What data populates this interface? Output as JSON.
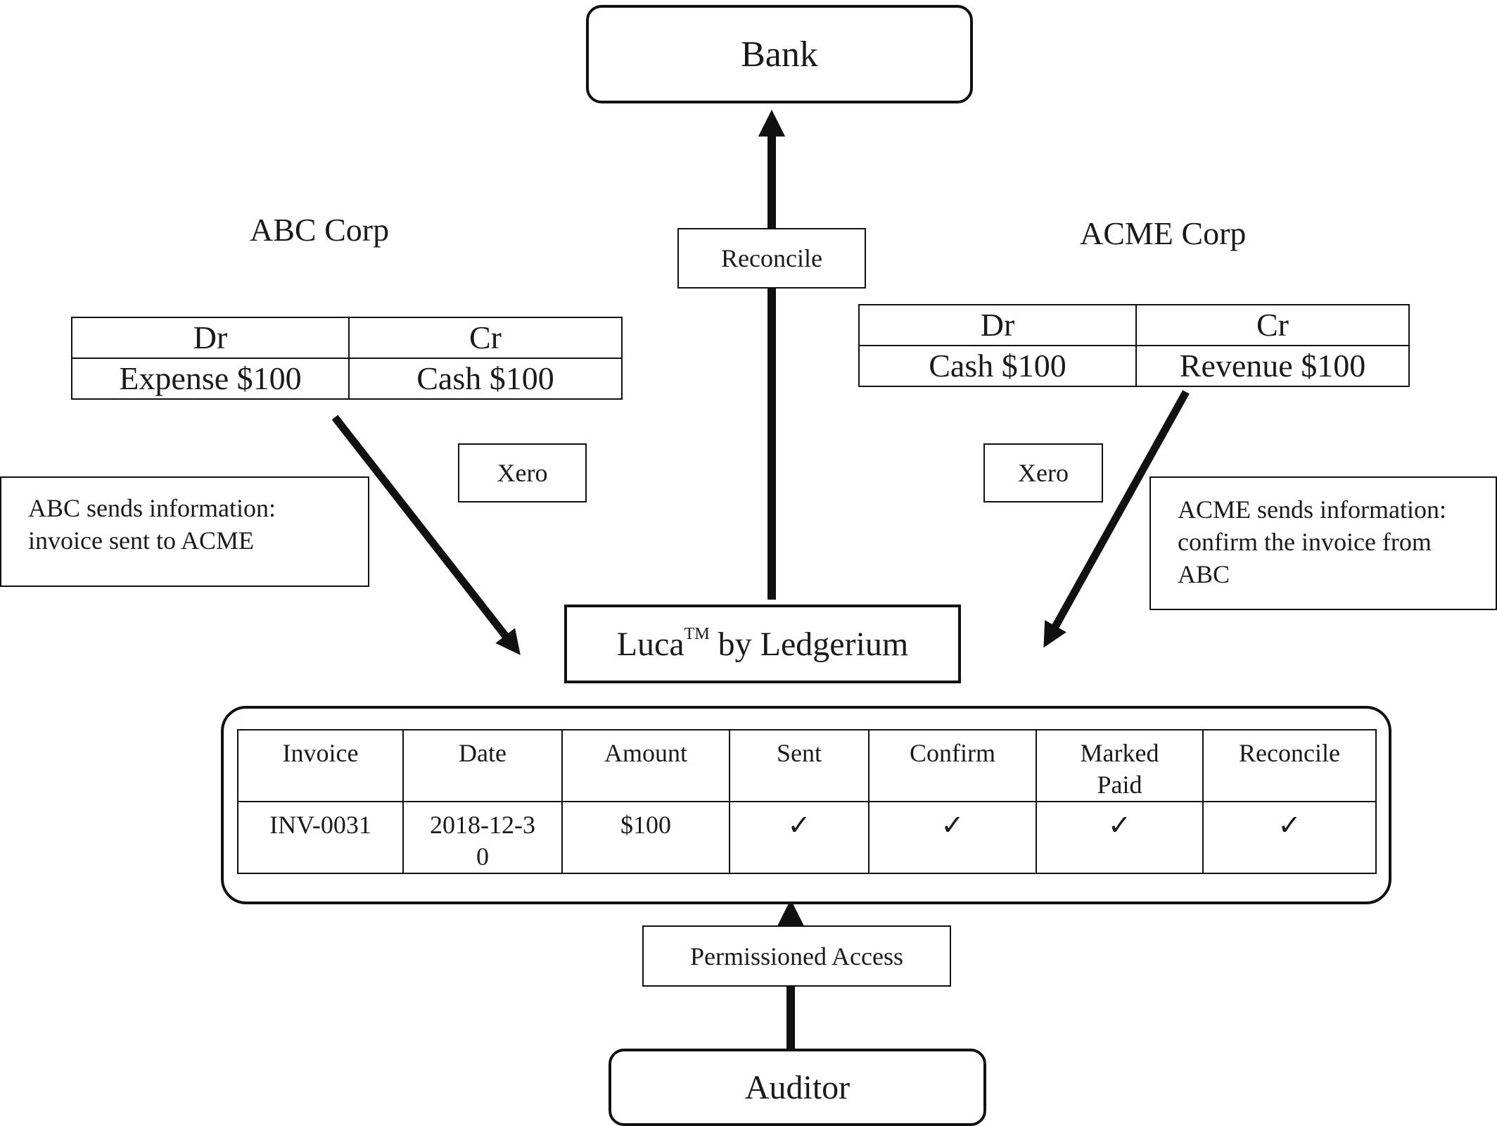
{
  "nodes": {
    "bank": "Bank",
    "reconcile_label": "Reconcile",
    "abc_title": "ABC Corp",
    "acme_title": "ACME Corp",
    "xero_left": "Xero",
    "xero_right": "Xero",
    "abc_note": "ABC sends information: invoice sent to ACME",
    "acme_note": "ACME sends information: confirm the invoice from ABC",
    "luca_name": "Luca",
    "luca_tm": "TM",
    "luca_suffix": " by Ledgerium",
    "permissioned_label": "Permissioned Access",
    "auditor": "Auditor"
  },
  "abc_ledger": {
    "headers": [
      "Dr",
      "Cr"
    ],
    "row": [
      "Expense $100",
      "Cash $100"
    ]
  },
  "acme_ledger": {
    "headers": [
      "Dr",
      "Cr"
    ],
    "row": [
      "Cash $100",
      "Revenue $100"
    ]
  },
  "invoice_table": {
    "headers": [
      "Invoice",
      "Date",
      "Amount",
      "Sent",
      "Confirm",
      "Marked Paid",
      "Reconcile"
    ],
    "row": [
      "INV-0031",
      "2018-12-30",
      "$100",
      "✓",
      "✓",
      "✓",
      "✓"
    ]
  },
  "colors": {
    "line": "#111111",
    "text": "#1a1a1a",
    "background": "#ffffff"
  }
}
